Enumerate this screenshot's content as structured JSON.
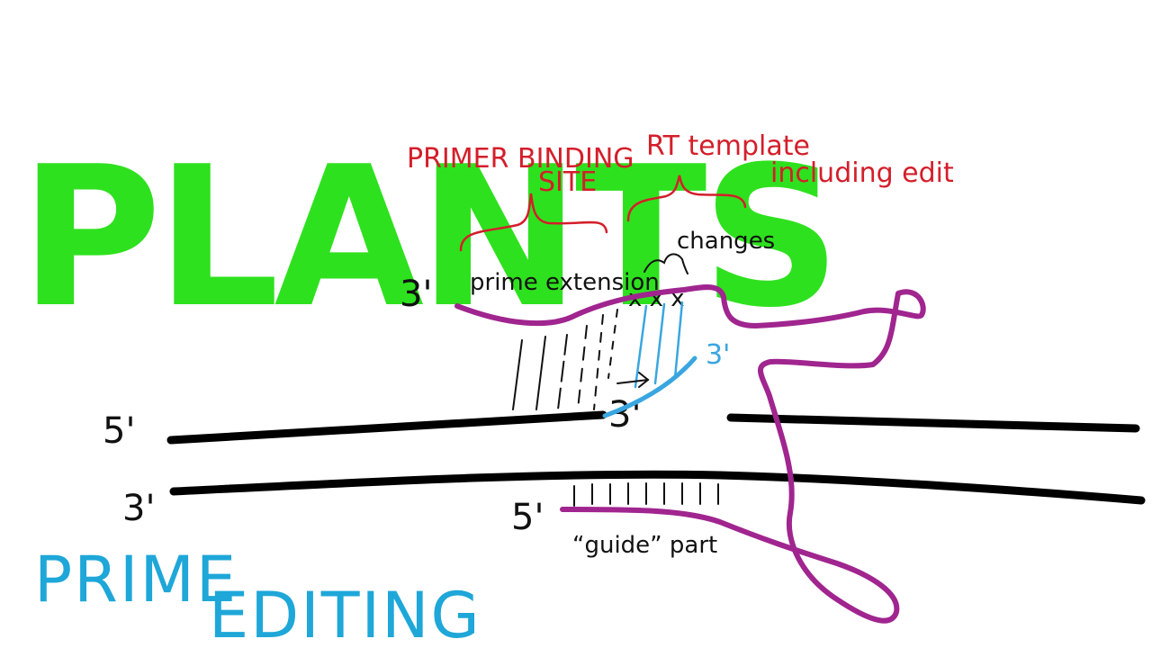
{
  "title": "PLANTS",
  "subtitle_line1": "PRIME",
  "subtitle_line2": "EDITING",
  "labels": {
    "primer_binding_line1": "PRIMER BINDING",
    "primer_binding_line2": "SITE",
    "rt_template_line1": "RT template",
    "rt_template_line2": "including edit",
    "changes": "changes",
    "prime_extension": "prime extension",
    "guide_part": "“guide” part",
    "edit_marks": "x x x"
  },
  "ends": {
    "top_strand_left": "5'",
    "bottom_strand_left": "3'",
    "pegrna_extension_end": "3'",
    "pegrna_guide_end": "5'",
    "nicked_end": "3'",
    "new_dna_end": "3'"
  },
  "colors": {
    "title": "#2ee11e",
    "subtitle": "#1ea7d8",
    "annotation": "#d41e2a",
    "pegrna": "#a0258f",
    "new_dna": "#3aa6e0",
    "dna": "#000000"
  }
}
